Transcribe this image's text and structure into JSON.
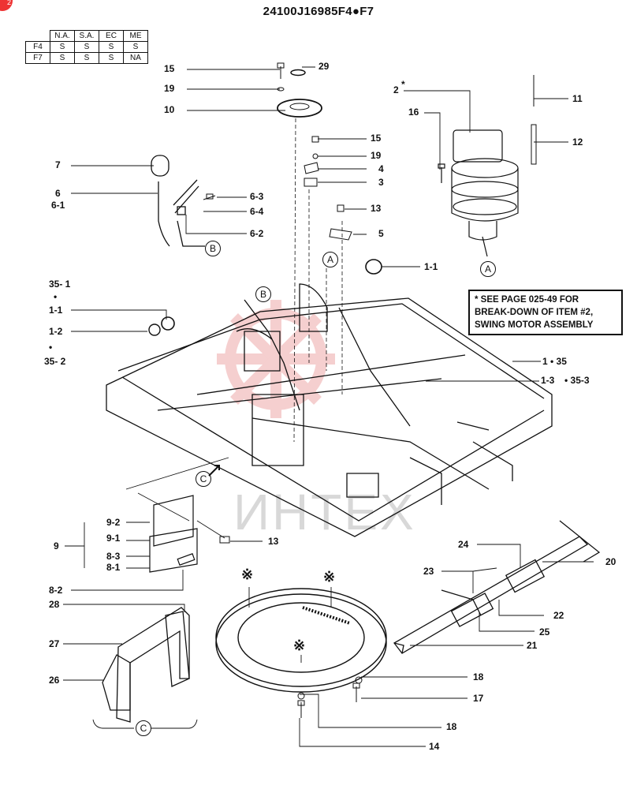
{
  "header": {
    "title": "24100J16985F4●F7",
    "corner_badge": "2"
  },
  "applicability": {
    "columns": [
      "N.A.",
      "S.A.",
      "EC",
      "ME"
    ],
    "rows": [
      {
        "model": "F4",
        "values": [
          "S",
          "S",
          "S",
          "S"
        ]
      },
      {
        "model": "F7",
        "values": [
          "S",
          "S",
          "S",
          "NA"
        ]
      }
    ]
  },
  "note": {
    "lines": [
      "* SEE PAGE 025-49 FOR",
      "BREAK-DOWN OF ITEM #2,",
      "SWING MOTOR ASSEMBLY"
    ]
  },
  "watermark": "ИНТЕХ",
  "callouts": {
    "c15a": "15",
    "c19a": "19",
    "c10": "10",
    "c29": "29",
    "c2": "2",
    "c2star": "*",
    "c16": "16",
    "c11": "11",
    "c12": "12",
    "c7": "7",
    "c6": "6",
    "c61": "6-1",
    "c63": "6-3",
    "c64": "6-4",
    "c62": "6-2",
    "c15b": "15",
    "c19b": "19",
    "c4": "4",
    "c3": "3",
    "c13a": "13",
    "c5": "5",
    "c11b": "1-1",
    "c351": "35- 1",
    "c11c": "1-1",
    "c12b": "1-2",
    "c352": "35- 2",
    "c135": "1 • 35",
    "c13b": "1-3",
    "c353": "• 35-3",
    "c92": "9-2",
    "c91": "9-1",
    "c9": "9",
    "c83": "8-3",
    "c81": "8-1",
    "c82": "8-2",
    "c13c": "13",
    "c28": "28",
    "c27": "27",
    "c26": "26",
    "c24": "24",
    "c20": "20",
    "c23": "23",
    "c22": "22",
    "c25": "25",
    "c21": "21",
    "c18a": "18",
    "c17": "17",
    "c18b": "18",
    "c14": "14"
  },
  "circled_refs": {
    "a_mid": "A",
    "a_motor": "A",
    "b_arm": "B",
    "b_frame": "B",
    "c_arrow": "C",
    "c_bottom": "C"
  },
  "marks": {
    "ring1": "※",
    "ring2": "※",
    "ring3": "※"
  }
}
